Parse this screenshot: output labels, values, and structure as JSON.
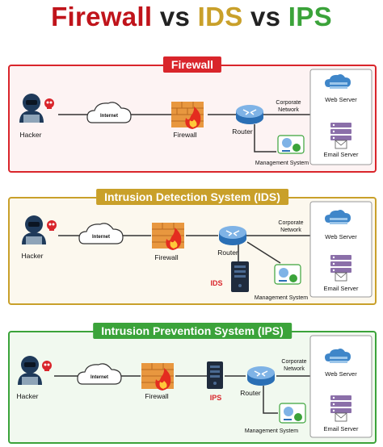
{
  "title": {
    "part1": "Firewall",
    "vs1": "vs",
    "part2": "IDS",
    "vs2": "vs",
    "part3": "IPS"
  },
  "panels": [
    {
      "banner": "Firewall",
      "labels": {
        "hacker": "Hacker",
        "internet": "Internet",
        "firewall": "Firewall",
        "router": "Router",
        "corporate": "Corporate",
        "network": "Network",
        "web_server": "Web Server",
        "email_server": "Email Server",
        "management": "Management System"
      }
    },
    {
      "banner": "Intrusion Detection System (IDS)",
      "labels": {
        "hacker": "Hacker",
        "internet": "Internet",
        "firewall": "Firewall",
        "router": "Router",
        "corporate": "Corporate",
        "network": "Network",
        "web_server": "Web Server",
        "email_server": "Email Server",
        "management": "Management System",
        "ids": "IDS"
      }
    },
    {
      "banner": "Intrusion Prevention System (IPS)",
      "labels": {
        "hacker": "Hacker",
        "internet": "Internet",
        "firewall": "Firewall",
        "router": "Router",
        "corporate": "Corporate",
        "network": "Network",
        "web_server": "Web Server",
        "email_server": "Email Server",
        "management": "Management System",
        "ips": "IPS"
      }
    }
  ],
  "colors": {
    "firewall": "#d9252b",
    "ids": "#c9a02a",
    "ips": "#3ba33a",
    "firewall_bg": "#fdf3f3",
    "ids_bg": "#fcf8ee",
    "ips_bg": "#f1f9ef"
  }
}
